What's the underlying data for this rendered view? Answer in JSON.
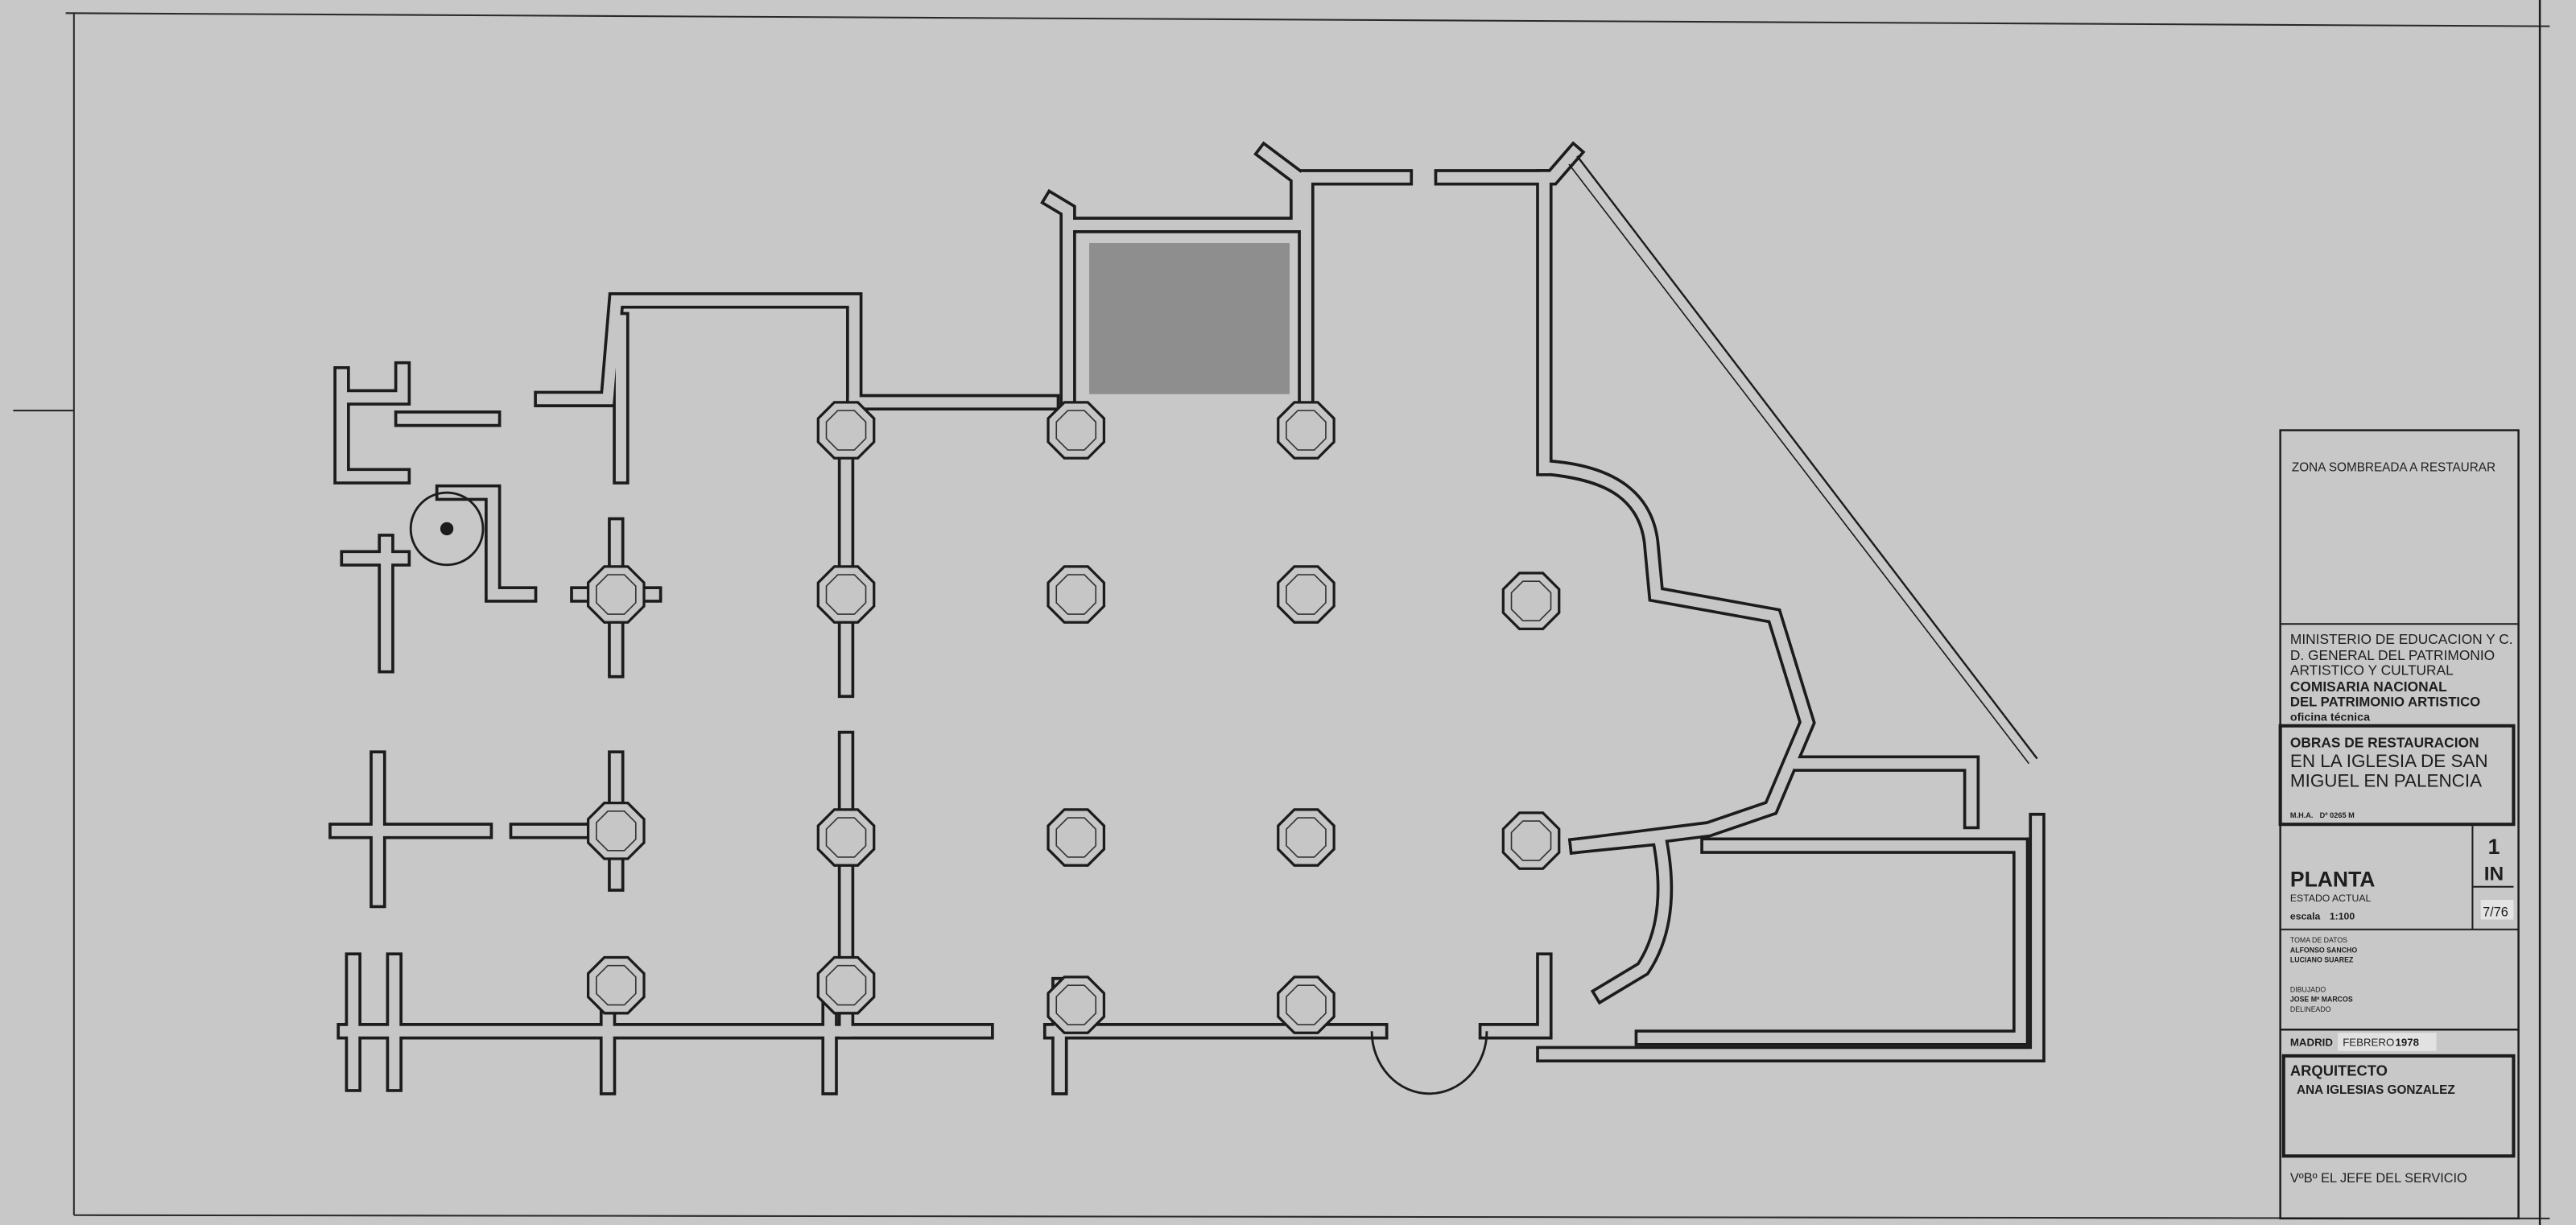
{
  "drawing": {
    "legend_note": "ZONA SOMBREADA A RESTAURAR",
    "ministry": {
      "line1": "MINISTERIO DE EDUCACION Y C.",
      "line2": "D. GENERAL DEL PATRIMONIO",
      "line3": "ARTISTICO Y CULTURAL",
      "line4": "COMISARIA NACIONAL",
      "line5": "DEL PATRIMONIO ARTISTICO",
      "line6": "oficina técnica"
    },
    "project": {
      "line1": "OBRAS DE RESTAURACION",
      "line2": "EN LA IGLESIA DE SAN",
      "line3": "MIGUEL EN PALENCIA",
      "ref_label": "M.H.A.",
      "ref_value": "Dº 0265 M"
    },
    "sheet": {
      "title": "PLANTA",
      "subtitle": "ESTADO ACTUAL",
      "scale_label": "escala",
      "scale_value": "1:100",
      "number": "1",
      "series": "IN",
      "code": "7/76"
    },
    "credits": {
      "data_label": "TOMA DE DATOS",
      "data_person1": "ALFONSO SANCHO",
      "data_person2": "LUCIANO SUAREZ",
      "drawn_label": "DIBUJADO",
      "drawn_person": "JOSE Mª MARCOS",
      "drawn_role": "DELINEADO"
    },
    "date": {
      "place": "MADRID",
      "month": "FEBRERO",
      "year": "1978"
    },
    "architect": {
      "label": "ARQUITECTO",
      "name": "ANA IGLESIAS GONZALEZ"
    },
    "approval": "VºBº EL JEFE DEL SERVICIO",
    "colors": {
      "paper": "#c8c8c8",
      "ink": "#1c1c1c",
      "shaded_zone": "#8e8e8e"
    }
  }
}
